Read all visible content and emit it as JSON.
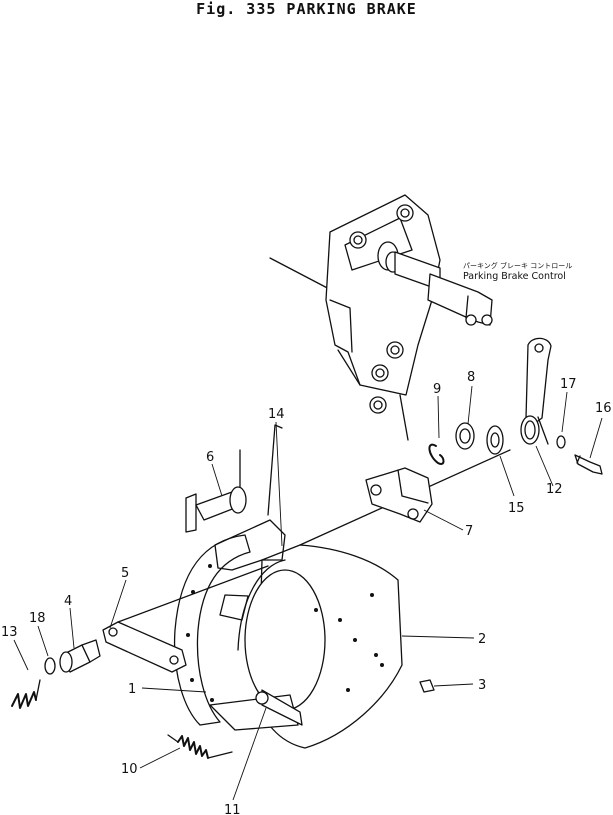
{
  "figure_title": "Fig. 335  PARKING BRAKE",
  "control_label": {
    "japanese": "パーキング ブレーキ コントロール",
    "english": "Parking Brake Control"
  },
  "callouts": [
    "1",
    "2",
    "3",
    "4",
    "5",
    "6",
    "7",
    "8",
    "9",
    "10",
    "11",
    "12",
    "13",
    "14",
    "15",
    "16",
    "17",
    "18"
  ]
}
